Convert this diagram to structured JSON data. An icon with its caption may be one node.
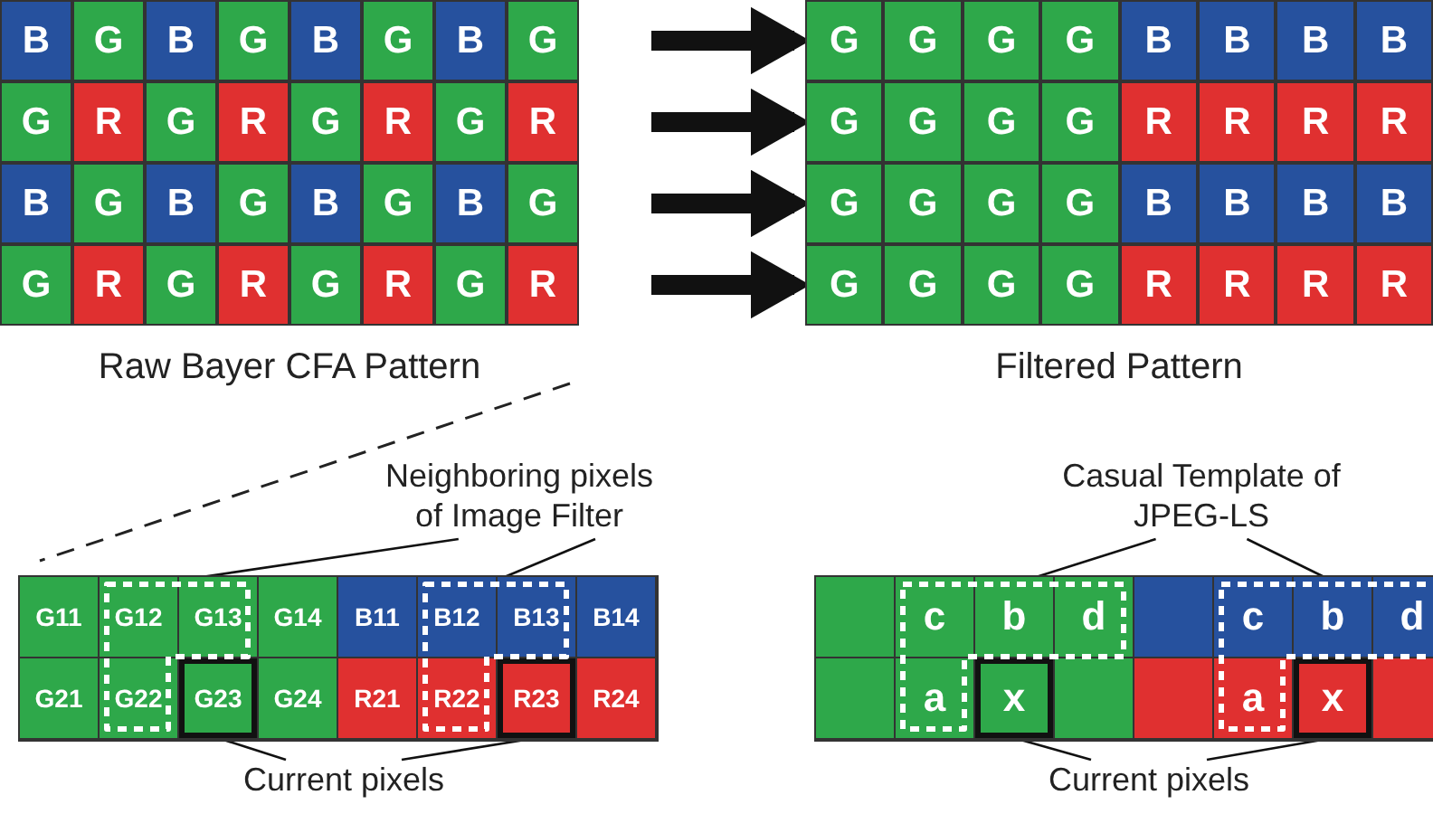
{
  "diagram": {
    "nodes": [
      {
        "text": [
          "Raw Bayer CFA Pattern"
        ]
      },
      {
        "text": [],
        "shape": "bar",
        "in": 0
      },
      {
        "text": [
          "B"
        ],
        "in": 1
      },
      {
        "text": [
          "G"
        ],
        "in": 1
      },
      {
        "text": [
          "B"
        ],
        "in": 1
      },
      {
        "text": [
          "G"
        ],
        "in": 1
      },
      {
        "text": [
          "B"
        ],
        "in": 1
      },
      {
        "text": [
          "G"
        ],
        "in": 1
      },
      {
        "text": [
          "B"
        ],
        "in": 1
      },
      {
        "text": [
          "G"
        ],
        "in": 1
      },
      {
        "text": [],
        "shape": "bar",
        "in": 0
      },
      {
        "text": [
          "G"
        ],
        "in": 10
      },
      {
        "text": [
          "R"
        ],
        "in": 10
      },
      {
        "text": [
          "G"
        ],
        "in": 10
      },
      {
        "text": [
          "R"
        ],
        "in": 10
      },
      {
        "text": [
          "G"
        ],
        "in": 10
      },
      {
        "text": [
          "R"
        ],
        "in": 10
      },
      {
        "text": [
          "G"
        ],
        "in": 10
      },
      {
        "text": [
          "R"
        ],
        "in": 10
      },
      {
        "text": [],
        "shape": "bar",
        "in": 0
      },
      {
        "text": [
          "B"
        ],
        "in": 19
      },
      {
        "text": [
          "G"
        ],
        "in": 19
      },
      {
        "text": [
          "B"
        ],
        "in": 19
      },
      {
        "text": [
          "G"
        ],
        "in": 19
      },
      {
        "text": [
          "B"
        ],
        "in": 19
      },
      {
        "text": [
          "G"
        ],
        "in": 19
      },
      {
        "text": [
          "B"
        ],
        "in": 19
      },
      {
        "text": [
          "G"
        ],
        "in": 19
      },
      {
        "text": [],
        "shape": "bar",
        "in": 0
      },
      {
        "text": [
          "G"
        ],
        "in": 28
      },
      {
        "text": [
          "R"
        ],
        "in": 28
      },
      {
        "text": [
          "G"
        ],
        "in": 28
      },
      {
        "text": [
          "R"
        ],
        "in": 28
      },
      {
        "text": [
          "G"
        ],
        "in": 28
      },
      {
        "text": [
          "R"
        ],
        "in": 28
      },
      {
        "text": [
          "G"
        ],
        "in": 28
      },
      {
        "text": [
          "R"
        ],
        "in": 28
      },
      {
        "text": [
          "Filtered Pattern"
        ]
      },
      {
        "text": [],
        "shape": "bar",
        "in": 37
      },
      {
        "text": [
          "G"
        ],
        "in": 38
      },
      {
        "text": [
          "G"
        ],
        "in": 38
      },
      {
        "text": [
          "G"
        ],
        "in": 38
      },
      {
        "text": [
          "G"
        ],
        "in": 38
      },
      {
        "text": [
          "B"
        ],
        "in": 38
      },
      {
        "text": [
          "B"
        ],
        "in": 38
      },
      {
        "text": [
          "B"
        ],
        "in": 38
      },
      {
        "text": [
          "B"
        ],
        "in": 38
      },
      {
        "text": [],
        "shape": "bar",
        "in": 37
      },
      {
        "text": [
          "G"
        ],
        "in": 47
      },
      {
        "text": [
          "G"
        ],
        "in": 47
      },
      {
        "text": [
          "G"
        ],
        "in": 47
      },
      {
        "text": [
          "G"
        ],
        "in": 47
      },
      {
        "text": [
          "R"
        ],
        "in": 47
      },
      {
        "text": [
          "R"
        ],
        "in": 47
      },
      {
        "text": [
          "R"
        ],
        "in": 47
      },
      {
        "text": [
          "R"
        ],
        "in": 47
      },
      {
        "text": [],
        "shape": "bar",
        "in": 37
      },
      {
        "text": [
          "G"
        ],
        "in": 56
      },
      {
        "text": [
          "G"
        ],
        "in": 56
      },
      {
        "text": [
          "G"
        ],
        "in": 56
      },
      {
        "text": [
          "G"
        ],
        "in": 56
      },
      {
        "text": [
          "B"
        ],
        "in": 56
      },
      {
        "text": [
          "B"
        ],
        "in": 56
      },
      {
        "text": [
          "B"
        ],
        "in": 56
      },
      {
        "text": [
          "B"
        ],
        "in": 56
      },
      {
        "text": [],
        "shape": "bar",
        "in": 37
      },
      {
        "text": [
          "G"
        ],
        "in": 65
      },
      {
        "text": [
          "G"
        ],
        "in": 65
      },
      {
        "text": [
          "G"
        ],
        "in": 65
      },
      {
        "text": [
          "G"
        ],
        "in": 65
      },
      {
        "text": [
          "R"
        ],
        "in": 65
      },
      {
        "text": [
          "R"
        ],
        "in": 65
      },
      {
        "text": [
          "R"
        ],
        "in": 65
      },
      {
        "text": [
          "R"
        ],
        "in": 65
      },
      {
        "text": [],
        "shape": "box"
      },
      {
        "text": [
          "G11"
        ],
        "in": 74
      },
      {
        "text": [
          "G12"
        ],
        "in": 74
      },
      {
        "text": [
          "G13"
        ],
        "in": 74
      },
      {
        "text": [
          "G14"
        ],
        "in": 74
      },
      {
        "text": [
          "B11"
        ],
        "in": 74
      },
      {
        "text": [
          "B12"
        ],
        "in": 74
      },
      {
        "text": [
          "B13"
        ],
        "in": 74
      },
      {
        "text": [
          "B14"
        ],
        "in": 74
      },
      {
        "text": [
          "G21"
        ],
        "in": 74
      },
      {
        "text": [
          "G22"
        ],
        "in": 74
      },
      {
        "text": [
          "G23"
        ],
        "in": 74
      },
      {
        "text": [
          "G24"
        ],
        "in": 74
      },
      {
        "text": [
          "R21"
        ],
        "in": 74
      },
      {
        "text": [
          "R22"
        ],
        "in": 74
      },
      {
        "text": [
          "R23"
        ],
        "in": 74
      },
      {
        "text": [
          "R24"
        ],
        "in": 74
      },
      {
        "text": [],
        "shape": "box",
        "in": 74
      },
      {
        "text": [],
        "shape": "box",
        "in": 74
      },
      {
        "text": [
          "Neighboring pixels of Image Filter"
        ]
      },
      {
        "text": [
          "Current pixels"
        ]
      },
      {
        "text": [],
        "shape": "box"
      },
      {
        "text": [],
        "shape": "box",
        "in": 95
      },
      {
        "text": [
          "c"
        ],
        "in": 95
      },
      {
        "text": [
          "b"
        ],
        "in": 95
      },
      {
        "text": [
          "d"
        ],
        "in": 95
      },
      {
        "text": [],
        "shape": "box",
        "in": 95
      },
      {
        "text": [
          "c"
        ],
        "in": 95
      },
      {
        "text": [
          "b"
        ],
        "in": 95
      },
      {
        "text": [
          "d"
        ],
        "in": 95
      },
      {
        "text": [],
        "shape": "box",
        "in": 95
      },
      {
        "text": [
          "a"
        ],
        "in": 95
      },
      {
        "text": [
          "x"
        ],
        "in": 95
      },
      {
        "text": [],
        "shape": "box",
        "in": 95
      },
      {
        "text": [],
        "shape": "box",
        "in": 95
      },
      {
        "text": [
          "a"
        ],
        "in": 95
      },
      {
        "text": [
          "x"
        ],
        "in": 95
      },
      {
        "text": [],
        "shape": "box",
        "in": 95
      },
      {
        "text": [],
        "shape": "box",
        "in": 95
      },
      {
        "text": [],
        "shape": "box",
        "in": 95
      },
      {
        "text": [
          "Casual Template of JPEG-LS"
        ]
      },
      {
        "text": [
          "Current pixels"
        ]
      }
    ],
    "edges": [
      {
        "from": 1,
        "to": 38,
        "arrow": "to",
        "style": "thick"
      },
      {
        "from": 10,
        "to": 47,
        "arrow": "to",
        "style": "thick"
      },
      {
        "from": 19,
        "to": 56,
        "arrow": "to",
        "style": "thick"
      },
      {
        "from": 28,
        "to": 65,
        "arrow": "to",
        "style": "thick"
      },
      {
        "from": 93,
        "to": 91,
        "arrow": "none"
      },
      {
        "from": 93,
        "to": 92,
        "arrow": "none"
      },
      {
        "from": 94,
        "to": 85,
        "arrow": "none"
      },
      {
        "from": 94,
        "to": 89,
        "arrow": "none"
      },
      {
        "from": 114,
        "to": 112,
        "arrow": "none"
      },
      {
        "from": 114,
        "to": 113,
        "arrow": "none"
      },
      {
        "from": 115,
        "to": 106,
        "arrow": "none"
      },
      {
        "from": 115,
        "to": 110,
        "arrow": "none"
      }
    ]
  }
}
